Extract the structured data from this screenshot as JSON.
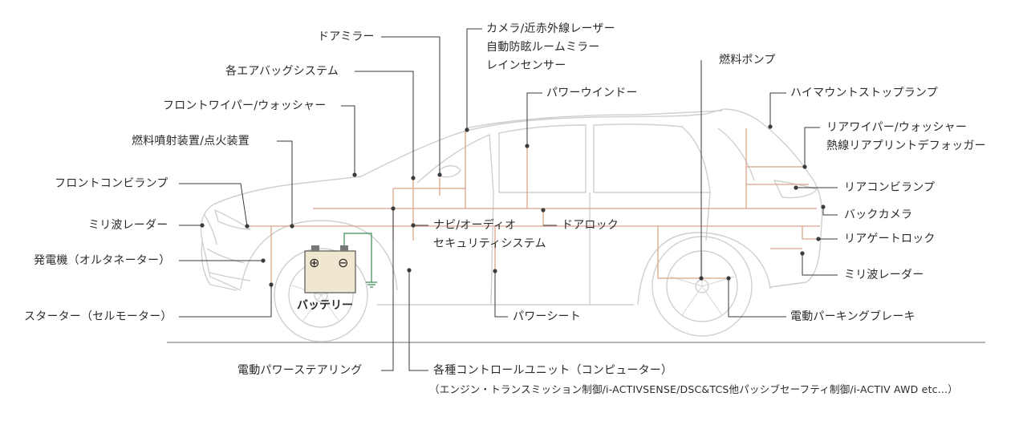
{
  "diagram": {
    "labels_left": {
      "door_mirror": "ドアミラー",
      "airbags": "各エアバッグシステム",
      "front_wiper": "フロントワイパー/ウォッシャー",
      "fuel_injection": "燃料噴射装置/点火装置",
      "front_combi": "フロントコンビランプ",
      "mm_radar_front": "ミリ波レーダー",
      "alternator": "発電機（オルタネーター）",
      "starter": "スターター（セルモーター）",
      "power_steering": "電動パワーステアリング"
    },
    "labels_center": {
      "camera_line1": "カメラ/近赤外線レーザー",
      "camera_line2": "自動防眩ルームミラー",
      "camera_line3": "レインセンサー",
      "power_window": "パワーウインドー",
      "navi_line1": "ナビ/オーディオ",
      "navi_line2": "セキュリティシステム",
      "door_lock": "ドアロック",
      "power_seat": "パワーシート",
      "ecu_title": "各種コントロールユニット（コンピューター）",
      "ecu_detail": "（エンジン・トランスミッション制御/i-ACTIVSENSE/DSC&TCS他パッシブセーフティ制御/i-ACTIV AWD etc...）"
    },
    "labels_right": {
      "fuel_pump": "燃料ポンプ",
      "high_mount": "ハイマウントストップランプ",
      "rear_wiper": "リアワイパー/ウォッシャー",
      "rear_defogger": "熱線リアプリントデフォッガー",
      "rear_combi": "リアコンビランプ",
      "back_camera": "バックカメラ",
      "rear_gate_lock": "リアゲートロック",
      "mm_radar_rear": "ミリ波レーダー",
      "epb": "電動パーキングブレーキ"
    },
    "battery": {
      "label": "バッテリー",
      "plus": "⊕",
      "minus": "⊖"
    },
    "colors": {
      "wire": "#d9a58a",
      "leader": "#3a3a3a",
      "car_outline": "#c9c9c9",
      "ground_wire": "#3c8a56",
      "battery_fill": "#efe7cf"
    }
  }
}
